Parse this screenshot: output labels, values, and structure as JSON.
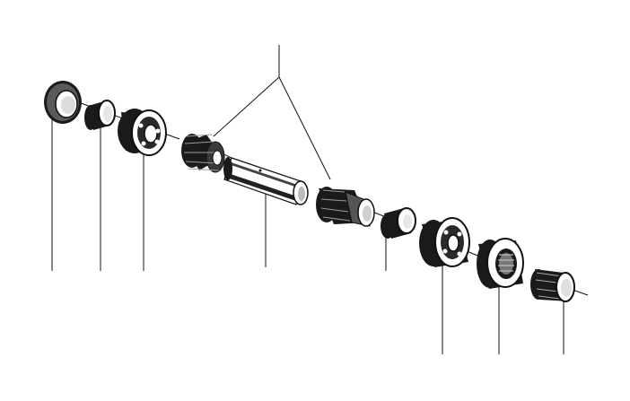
{
  "diagram": {
    "kind": "exploded parts drawing (shaft assembly)",
    "labels": [],
    "parts": [
      {
        "id": "ring-nut",
        "icon": "ring-nut-icon"
      },
      {
        "id": "sleeve",
        "icon": "sleeve-icon"
      },
      {
        "id": "ball-bearing",
        "icon": "bearing-icon"
      },
      {
        "id": "threaded-bushing",
        "icon": "threaded-bushing-icon"
      },
      {
        "id": "shaft-tube",
        "icon": "tube-icon"
      },
      {
        "id": "threaded-bushing",
        "icon": "threaded-bushing-icon"
      },
      {
        "id": "spacer-ring",
        "icon": "spacer-icon"
      },
      {
        "id": "ball-bearing",
        "icon": "bearing-icon"
      },
      {
        "id": "ring-nut",
        "icon": "ring-nut-icon"
      },
      {
        "id": "sleeve",
        "icon": "sleeve-icon"
      }
    ],
    "colors": {
      "ink": "#111111",
      "shade": "#1a1a1a",
      "paper": "#ffffff"
    }
  }
}
